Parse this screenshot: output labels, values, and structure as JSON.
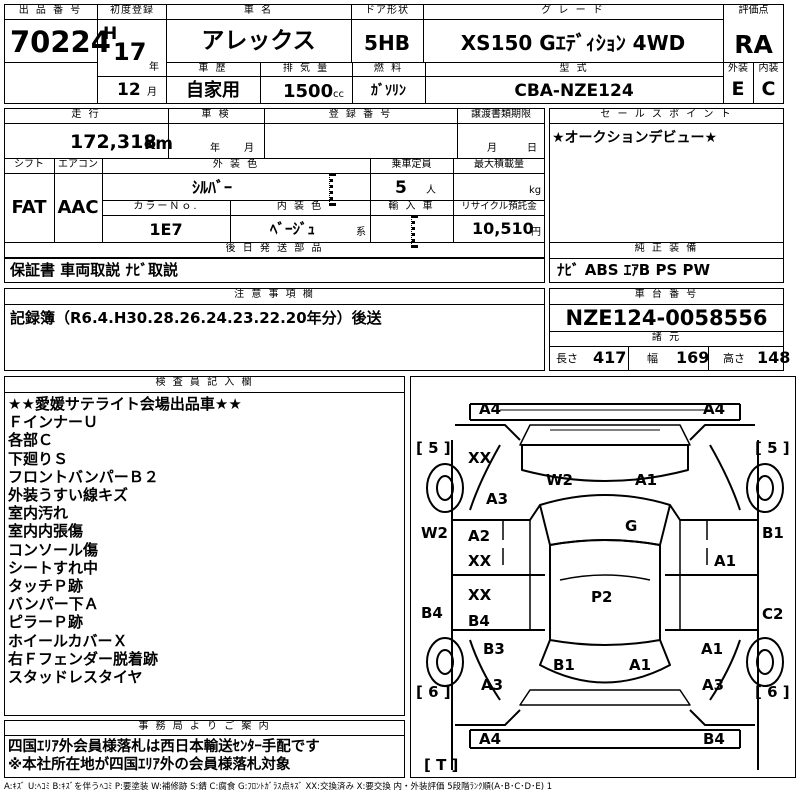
{
  "header": {
    "lot_no_label": "出 品 番 号",
    "lot_no": "70224",
    "first_reg_label": "初度登録",
    "era": "H",
    "year": "17",
    "year_unit": "年",
    "month": "12",
    "month_unit": "月",
    "car_name_label": "車 名",
    "car_name": "アレックス",
    "door_label": "ドア形状",
    "door": "5HB",
    "grade_label": "グ レ ー ド",
    "grade": "XS150 Gｴﾃﾞｨｼｮﾝ 4WD",
    "score_label": "評価点",
    "score": "RA",
    "history_label": "車 歴",
    "history": "自家用",
    "displacement_label": "排 気 量",
    "displacement": "1500",
    "displacement_unit": "cc",
    "fuel_label": "燃 料",
    "fuel": "ｶﾞｿﾘﾝ",
    "model_label": "型 式",
    "model": "CBA-NZE124",
    "ext_label": "外装",
    "ext_grade": "E",
    "int_label": "内装",
    "int_grade": "C"
  },
  "row2": {
    "mileage_label": "走 行",
    "mileage": "172,318",
    "mileage_unit": "km",
    "inspection_label": "車 検",
    "insp_year_unit": "年",
    "insp_month_unit": "月",
    "plate_label": "登 録 番 号",
    "transfer_label": "譲渡書類期限",
    "transfer_month_unit": "月",
    "transfer_day_unit": "日",
    "shift_label": "シフト",
    "shift": "FAT",
    "ac_label": "エアコン",
    "ac": "AAC",
    "ext_color_label": "外 装 色",
    "ext_color": "ｼﾙﾊﾞｰ",
    "capacity_label": "乗車定員",
    "capacity": "5",
    "capacity_unit": "人",
    "load_label": "最大積載量",
    "load_unit": "kg",
    "color_no_label": "カラーＮｏ.",
    "color_no": "1E7",
    "int_color_label": "内 装 色",
    "int_color": "ﾍﾞｰｼﾞｭ",
    "int_color_unit": "系",
    "import_label": "輸 入 車",
    "recycle_label": "リサイクル預託金",
    "recycle": "10,510",
    "recycle_unit": "円"
  },
  "sales_point": {
    "label": "セ ー ル ス ポ イ ン ト",
    "text": "★オークションデビュー★"
  },
  "delivery": {
    "label": "後 日 発 送 部 品",
    "text": "保証書 車両取説 ﾅﾋﾞ取説"
  },
  "equipment": {
    "label": "純 正 装 備",
    "text": "ﾅﾋﾞ ABS ｴｱB PS PW"
  },
  "caution": {
    "label": "注 意 事 項 欄",
    "text": "記録簿（R6.4.H30.28.26.24.23.22.20年分）後送"
  },
  "chassis": {
    "label": "車 台 番 号",
    "value": "NZE124-0058556",
    "spec_label": "諸 元",
    "length_label": "長さ",
    "length": "417",
    "width_label": "幅",
    "width": "169",
    "height_label": "高さ",
    "height": "148"
  },
  "inspector": {
    "label": "検 査 員 記 入 欄",
    "lines": "★★愛媛サテライト会場出品車★★\nＦインナーＵ\n各部Ｃ\n下廻りＳ\nフロントバンパーＢ２\n外装うすい線キズ\n室内汚れ\n室内内張傷\nコンソール傷\nシートすれ中\nタッチＰ跡\nバンパー下Ａ\nピラーＰ跡\nホイールカバーＸ\n右Ｆフェンダー脱着跡\nスタッドレスタイヤ"
  },
  "diagram": {
    "tread_fl": "[ 5 ]",
    "tread_fr": "[ 5 ]",
    "tread_rl": "[ 6 ]",
    "tread_rr": "[ 6 ]",
    "spare": "[ T ]",
    "marks": {
      "front_left": "A4",
      "front_right": "A4",
      "fender_xx": "XX",
      "fender_a3": "A3",
      "hood_w2": "W2",
      "hood_a1": "A1",
      "windshield_g": "G",
      "left_pillar_w2": "W2",
      "door_fl_a2": "A2",
      "door_fl_xx": "XX",
      "door_rl_xx": "XX",
      "door_rl_b4": "B4",
      "sill_left_b4": "B4",
      "right_pillar_b1": "B1",
      "door_fr_a1": "A1",
      "right_rear_c2": "C2",
      "roof_p2": "P2",
      "quarter_left_b3": "B3",
      "quarter_left_a3": "A3",
      "trunk_b1": "B1",
      "trunk_a1": "A1",
      "quarter_right_a1": "A1",
      "quarter_right_a3": "A3",
      "rear_left": "A4",
      "rear_right": "B4"
    }
  },
  "office": {
    "label": "事 務 局 よ り ご 案 内",
    "text": "四国ｴﾘｱ外会員様落札は西日本輸送ｾﾝﾀｰ手配です\n※本社所在地が四国ｴﾘｱ外の会員様落札対象"
  },
  "legend": "A:ｷｽﾞ U:ﾍｺﾐ B:ｷｽﾞを伴うﾍｺﾐ P:要塗装 W:補修跡 S:錆 C:腐食 G:ﾌﾛﾝﾄｶﾞﾗｽ点ｷｽﾞ XX:交換済み X:要交換  内・外装評価  5段階ﾗﾝｸ順(A･B･C･D･E) 1"
}
